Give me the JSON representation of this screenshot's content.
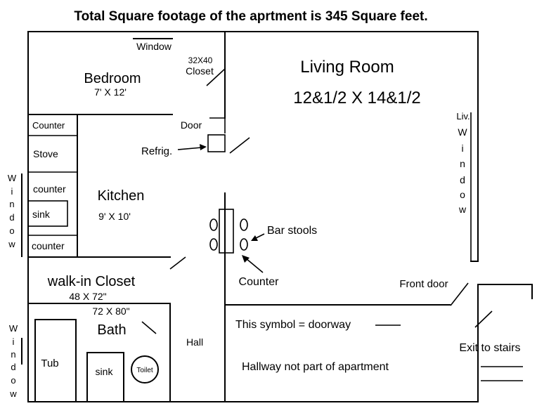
{
  "title": "Total Square footage of the aprtment is 345 Square feet.",
  "labels": {
    "window_top": "Window",
    "closet_small_dims": "32X40",
    "closet_small": "Closet",
    "bedroom": "Bedroom",
    "bedroom_dims": "7' X 12'",
    "living_room": "Living Room",
    "living_room_dims": "12&1/2 X 14&1/2",
    "counter_top": "Counter",
    "door": "Door",
    "stove": "Stove",
    "refrig": "Refrig.",
    "counter_mid": "counter",
    "kitchen": "Kitchen",
    "kitchen_dims": "9' X 10'",
    "sink_kitchen": "sink",
    "counter_bottom": "counter",
    "bar_stools": "Bar stools",
    "liv_window_abbr": "Liv.",
    "walkin_closet": "walk-in Closet",
    "walkin_closet_dims": "48 X 72\"",
    "counter_label": "Counter",
    "front_door": "Front door",
    "bath_dims": "72 X 80\"",
    "bath": "Bath",
    "doorway_legend": "This symbol = doorway",
    "hall": "Hall",
    "exit_to_stairs": "Exit to stairs",
    "tub": "Tub",
    "sink_bath": "sink",
    "toilet": "Toilet",
    "hallway_note": "Hallway not part of apartment"
  },
  "vertical_words": {
    "window_kitchen": [
      "W",
      "i",
      "n",
      "d",
      "o",
      "w"
    ],
    "window_bath": [
      "W",
      "i",
      "n",
      "d",
      "o",
      "w"
    ],
    "window_living": [
      "W",
      "i",
      "n",
      "d",
      "o",
      "w"
    ]
  }
}
